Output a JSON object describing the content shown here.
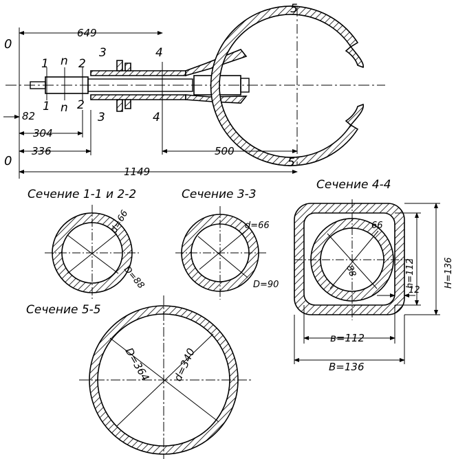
{
  "overall": {
    "dim_649": "649",
    "dim_82": "82",
    "dim_304": "304",
    "dim_336": "336",
    "dim_1149": "1149",
    "dim_500": "500",
    "plane_label_top": "0",
    "plane_label_bottom": "0",
    "marks": {
      "s1": "1",
      "sn": "n",
      "s2": "2",
      "s3": "3",
      "s4": "4",
      "s5": "5"
    }
  },
  "sections": {
    "s12": {
      "title": "Сечение 1-1 и 2-2",
      "d": "d=66",
      "D": "D=88"
    },
    "s33": {
      "title": "Сечение 3-3",
      "d": "d=66",
      "D": "D=90"
    },
    "s44": {
      "title": "Сечение 4-4",
      "d_outer": "66",
      "d_inner": "88",
      "h": "h=112",
      "H": "H=136",
      "t": "12",
      "b": "в=112",
      "B": "В=136"
    },
    "s55": {
      "title": "Сечение 5-5",
      "D": "D=364",
      "d": "d=340"
    }
  }
}
